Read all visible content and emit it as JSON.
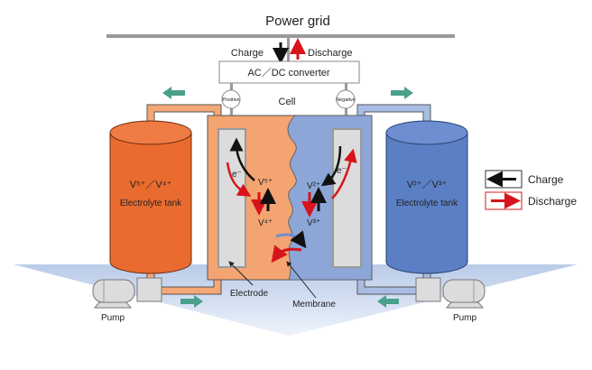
{
  "title": "Power grid",
  "flow": {
    "charge": "Charge",
    "discharge": "Discharge"
  },
  "converter": "AC／DC converter",
  "cell": "Cell",
  "terminals": {
    "positive": "Positive",
    "negative": "Negative"
  },
  "left_tank": {
    "ions": "V⁵⁺／V⁴⁺",
    "label": "Electrolyte tank"
  },
  "right_tank": {
    "ions": "V²⁺／V³⁺",
    "label": "Electrolyte tank"
  },
  "ions": {
    "v5": "V⁵⁺",
    "v4": "V⁴⁺",
    "v2": "V²⁺",
    "v3": "V³⁺",
    "electron": "e⁻"
  },
  "labels": {
    "electrode": "Electrode",
    "membrane": "Membrane",
    "pump_left": "Pump",
    "pump_right": "Pump"
  },
  "legend": {
    "charge": "Charge",
    "discharge": "Discharge"
  },
  "colors": {
    "positive": "#ea6b2f",
    "negative": "#5b7fc4",
    "charge": "#111111",
    "discharge": "#d7141b",
    "flow": "#4aa08a"
  }
}
